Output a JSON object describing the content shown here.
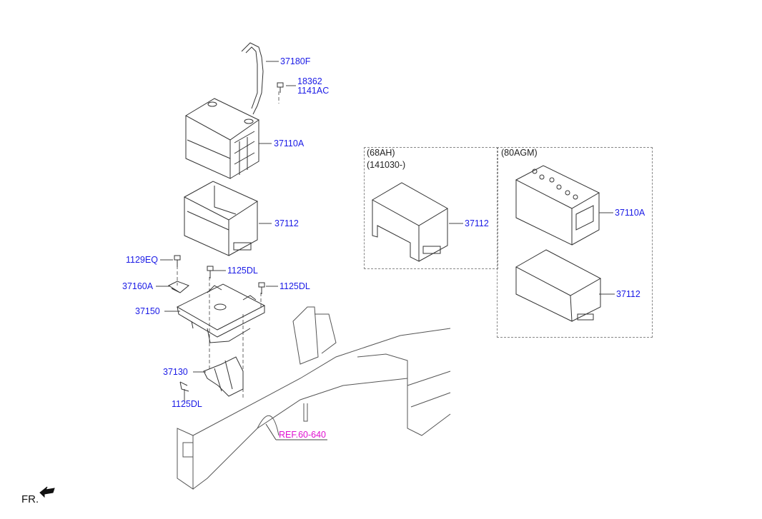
{
  "labels": {
    "cable": "37180F",
    "bolt_a": "18362",
    "bolt_b": "1141AC",
    "battery": "37110A",
    "insulator": "37112",
    "bolt_1129": "1129EQ",
    "bolt_1125_top": "1125DL",
    "clamp": "37160A",
    "bolt_1125_right": "1125DL",
    "tray": "37150",
    "bracket": "37130",
    "bolt_1125_bottom": "1125DL",
    "reference": "REF.60-640"
  },
  "variant_68ah": {
    "title": "(68AH)",
    "date_range": "(141030-)",
    "insulator": "37112"
  },
  "variant_80agm": {
    "title": "(80AGM)",
    "battery": "37110A",
    "insulator": "37112"
  },
  "front_indicator": "FR."
}
